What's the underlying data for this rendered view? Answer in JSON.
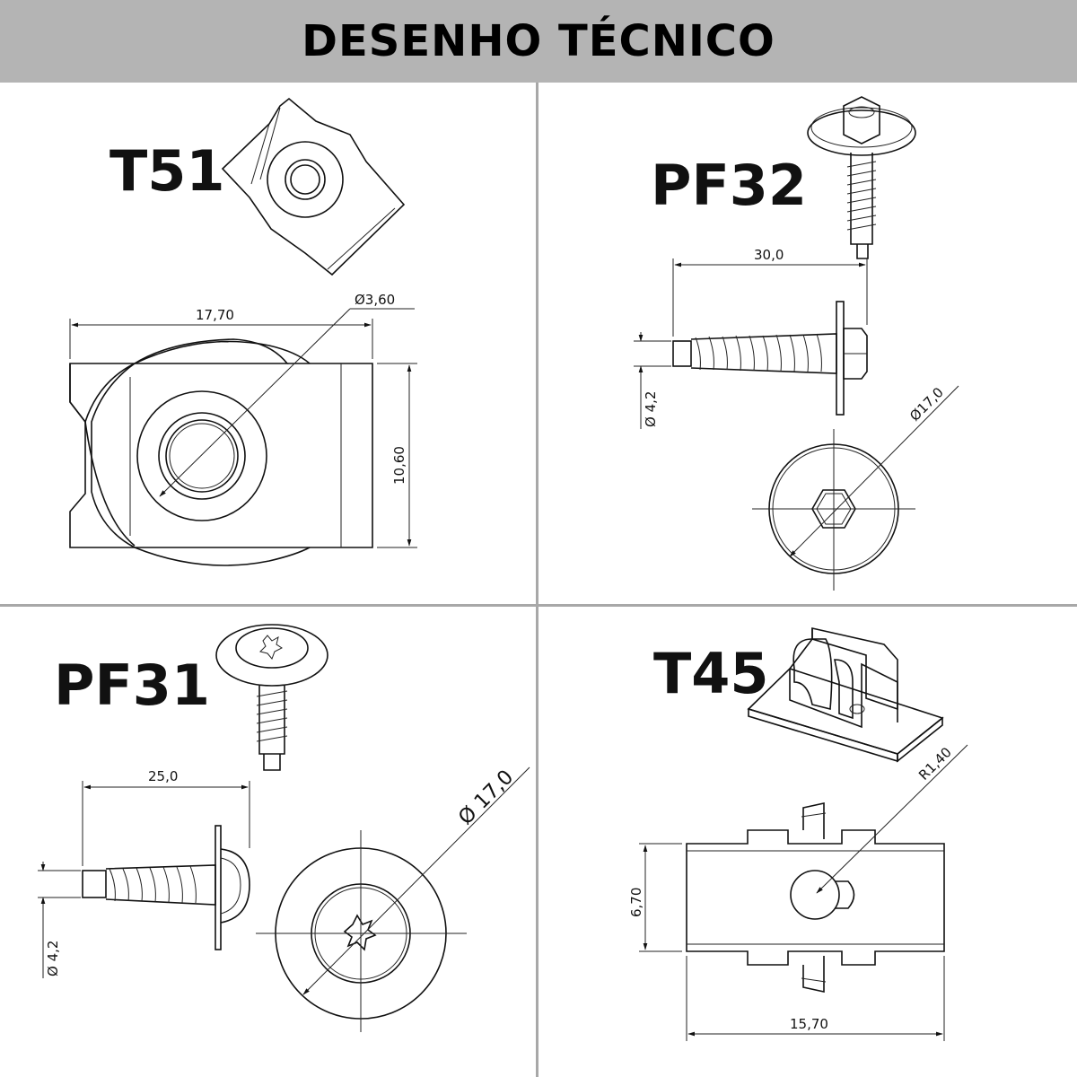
{
  "header": {
    "title": "DESENHO TÉCNICO"
  },
  "panels": {
    "t51": {
      "code": "T51",
      "width": "17,70",
      "height": "10,60",
      "hole": "Ø3,60"
    },
    "pf32": {
      "code": "PF32",
      "length": "30,0",
      "diameter": "Ø 4,2",
      "head": "Ø17,0"
    },
    "pf31": {
      "code": "PF31",
      "length": "25,0",
      "diameter": "Ø 4,2",
      "head": "Ø 17,0"
    },
    "t45": {
      "code": "T45",
      "width": "15,70",
      "height": "6,70",
      "radius": "R1,40"
    }
  },
  "colors": {
    "header_bg": "#b4b4b4",
    "divider": "#a8a8a8",
    "line": "#111111"
  }
}
